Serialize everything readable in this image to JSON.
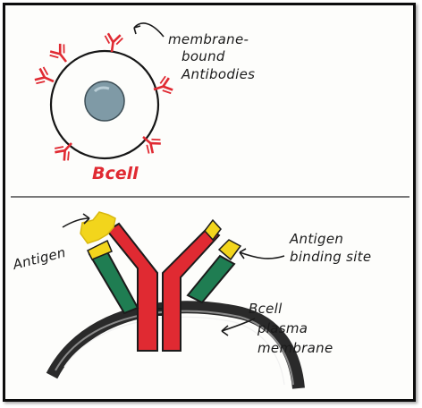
{
  "top_panel": {
    "cell_label": "Bcell",
    "antibody_label_lines": [
      "membrane-",
      "bound",
      "Antibodies"
    ]
  },
  "bottom_panel": {
    "antigen_label": "Antigen",
    "binding_site_label_lines": [
      "Antigen",
      "binding site"
    ],
    "membrane_label_lines": [
      "Bcell",
      "plasma",
      "membrane"
    ]
  },
  "colors": {
    "antibody_red": "#e02a32",
    "antigen_yellow": "#f2d51c",
    "light_chain_green": "#1f7d52",
    "nucleus_gray": "#7f9aa6",
    "membrane_dark": "#2a2a2a"
  }
}
